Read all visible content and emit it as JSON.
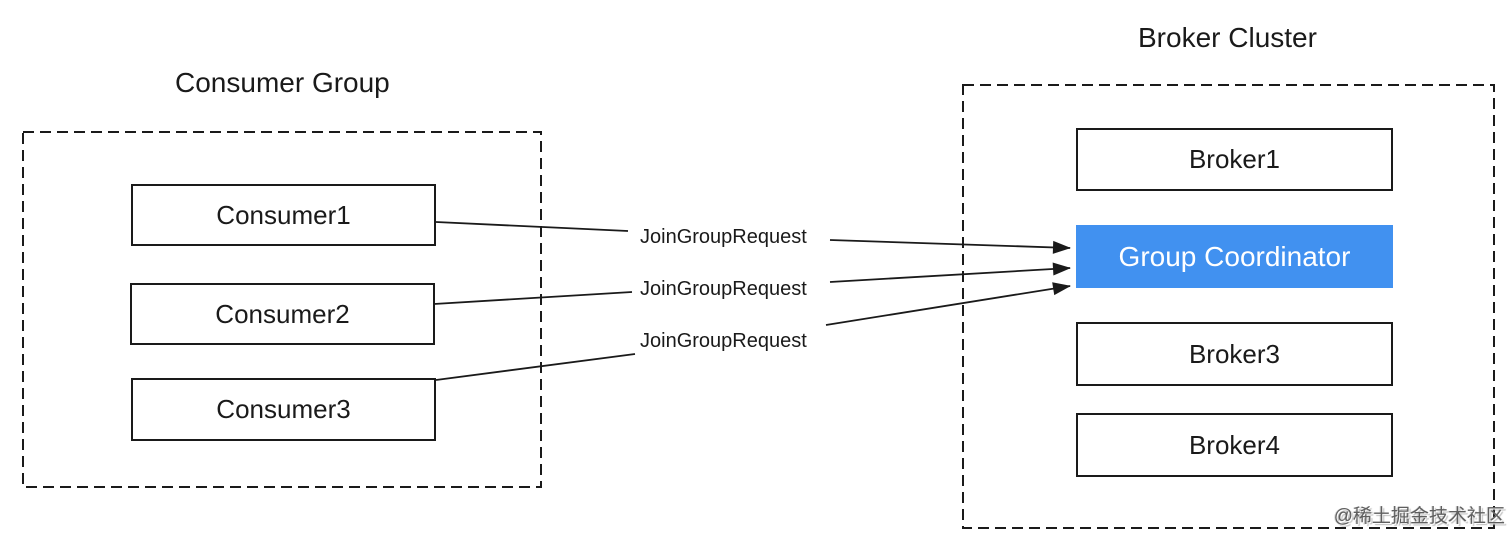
{
  "consumer_group": {
    "title": "Consumer Group",
    "members": [
      {
        "label": "Consumer1"
      },
      {
        "label": "Consumer2"
      },
      {
        "label": "Consumer3"
      }
    ]
  },
  "broker_cluster": {
    "title": "Broker Cluster",
    "nodes": [
      {
        "label": "Broker1"
      },
      {
        "label": "Group Coordinator",
        "highlight": true
      },
      {
        "label": "Broker3"
      },
      {
        "label": "Broker4"
      }
    ]
  },
  "messages": [
    {
      "label": "JoinGroupRequest"
    },
    {
      "label": "JoinGroupRequest"
    },
    {
      "label": "JoinGroupRequest"
    }
  ],
  "watermark": {
    "text": "@稀土掘金技术社区"
  },
  "colors": {
    "coordinator_bg": "#4191F0",
    "coordinator_text": "#FFFFFF",
    "line": "#1A1A1A"
  }
}
